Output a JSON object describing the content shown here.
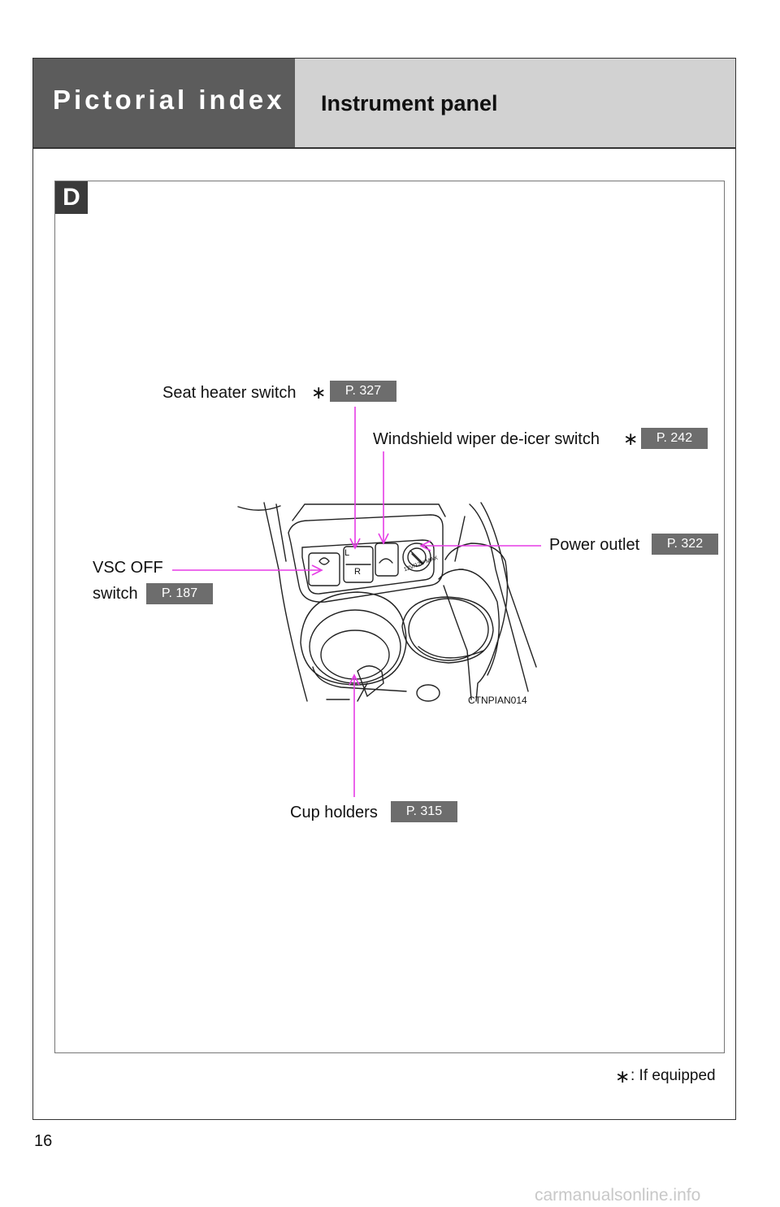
{
  "header": {
    "section_title": "Pictorial index",
    "page_title": "Instrument panel"
  },
  "panel_tag": "D",
  "callouts": {
    "seat_heater": {
      "label": "Seat heater switch",
      "page": "P. 327"
    },
    "wiper_deicer": {
      "label": "Windshield wiper de-icer switch",
      "page": "P. 242"
    },
    "power_outlet": {
      "label": "Power outlet",
      "page": "P. 322"
    },
    "vsc_off": {
      "label_line1": "VSC OFF",
      "label_line2": "switch",
      "page": "P. 187"
    },
    "cup_holders": {
      "label": "Cup holders",
      "page": "P. 315"
    }
  },
  "asterisk": "∗",
  "figure_code": "CTNPIAN014",
  "switch_marks": {
    "seat_l": "L",
    "seat_r": "R",
    "outlet": "12V/12V MAX"
  },
  "footnote": ": If equipped",
  "page_number": "16",
  "watermark": "carmanualsonline.info",
  "colors": {
    "leader": "#e63ce6",
    "header_dark": "#5c5c5c",
    "header_light": "#d2d2d2",
    "page_ref_bg": "#6d6d6d"
  }
}
